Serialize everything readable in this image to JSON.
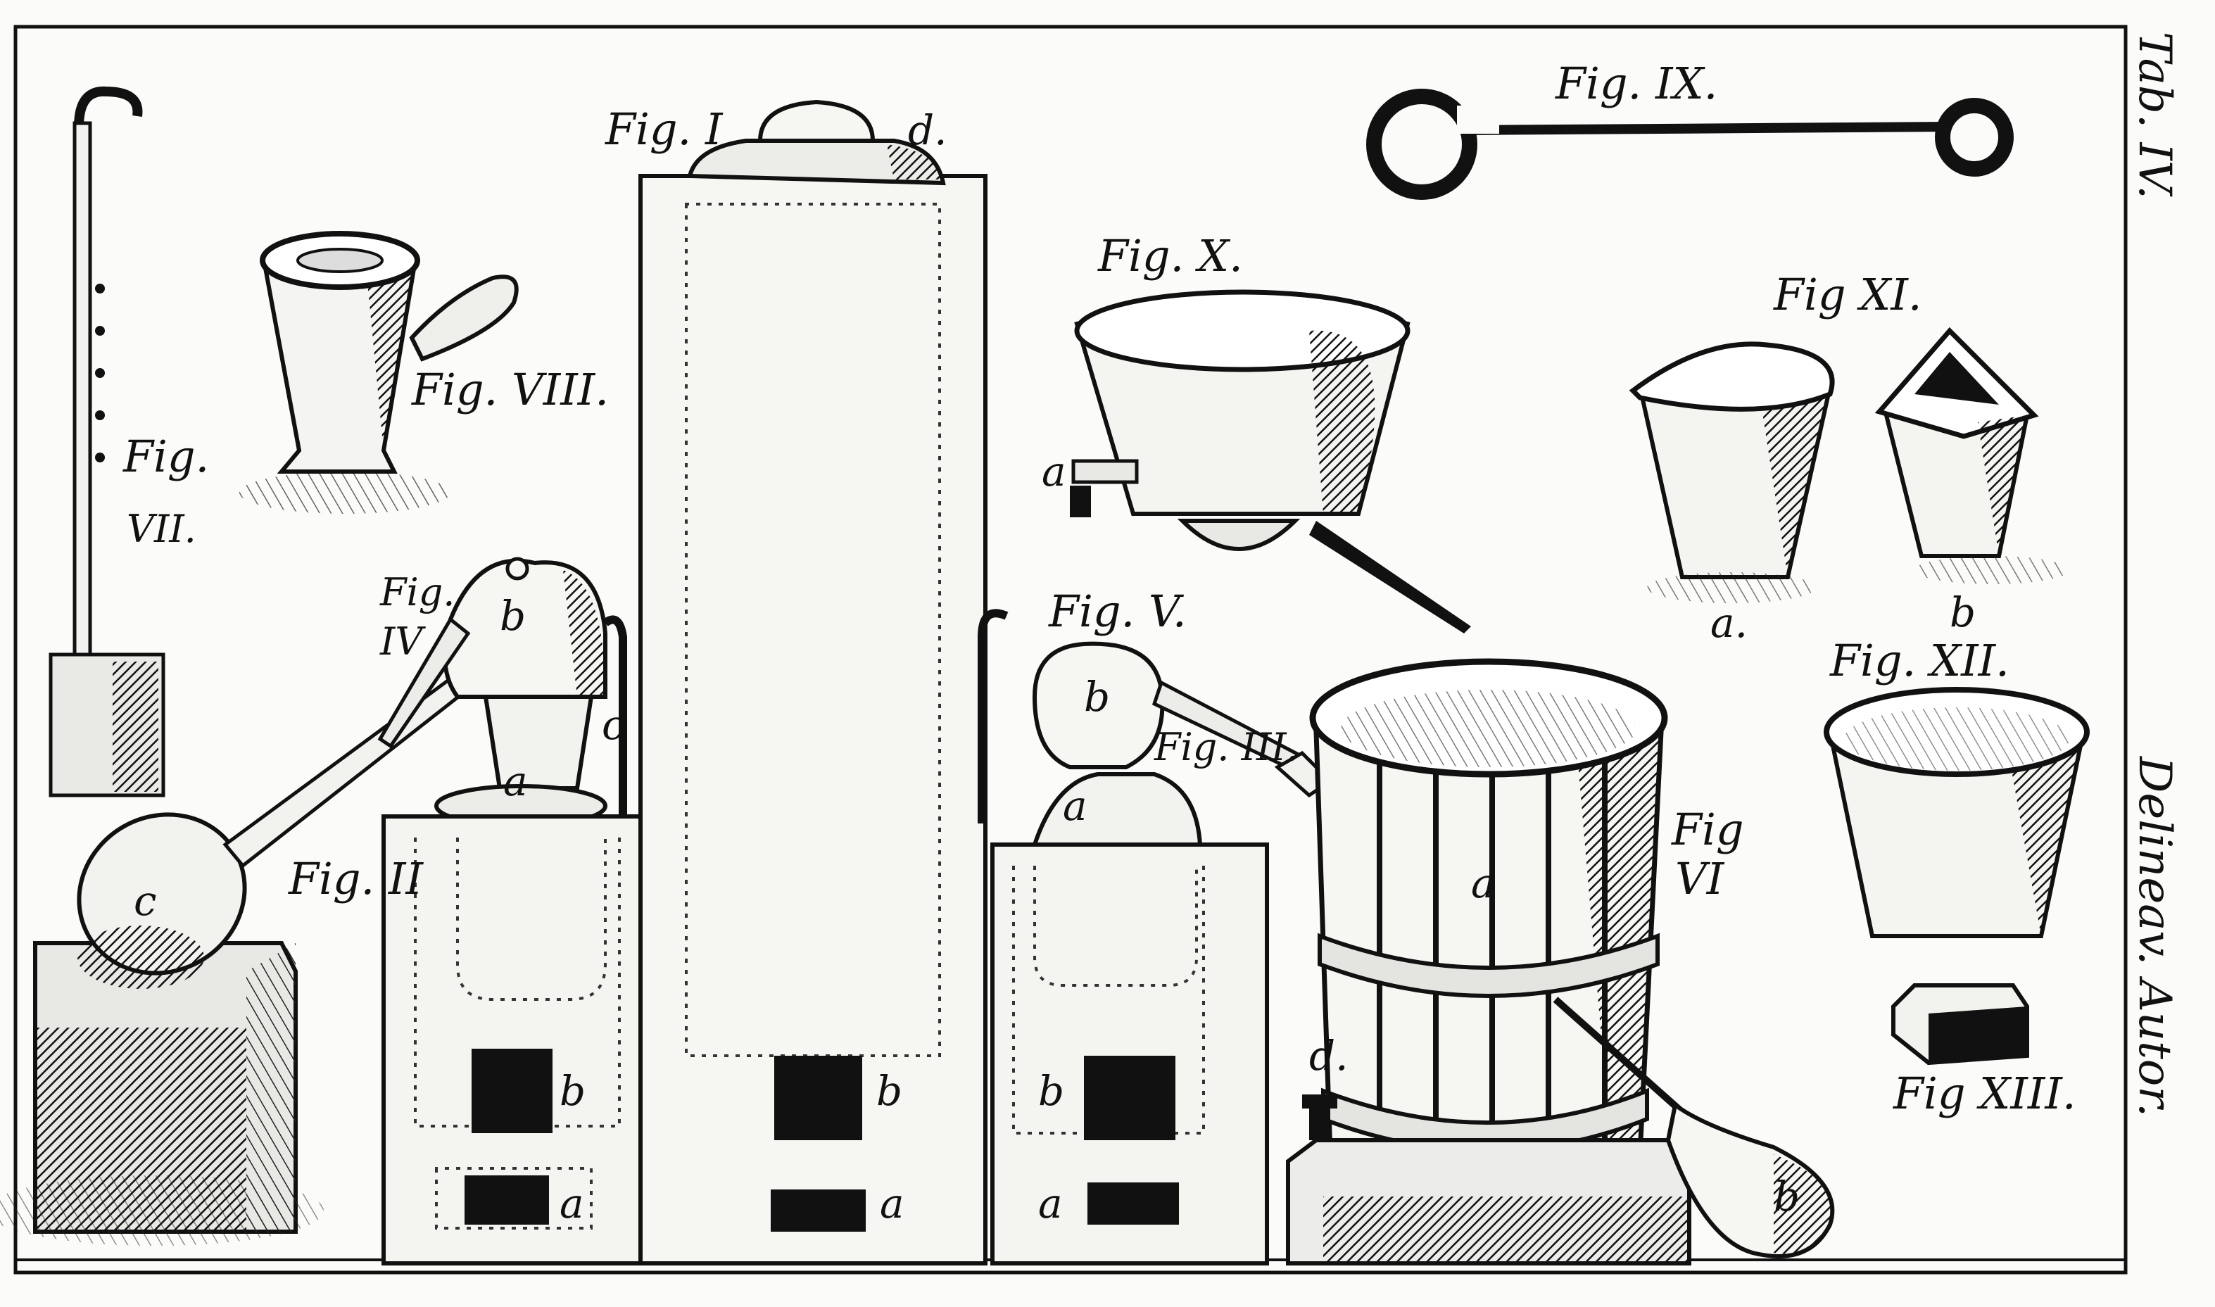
{
  "plate": {
    "tab_label": "Tab. IV.",
    "credit": "Delineav. Autor.",
    "ink_color": "#111111",
    "paper_color": "#fbfbf9"
  },
  "figures": {
    "fig1": {
      "label": "Fig. I",
      "letters": [
        "d.",
        "b",
        "a"
      ]
    },
    "fig2": {
      "label": "Fig. II",
      "letters": [
        "b",
        "a"
      ]
    },
    "fig3": {
      "label": "Fig. III."
    },
    "fig4": {
      "label_line1": "Fig.",
      "label_line2": "IV",
      "letters": [
        "b",
        "a",
        "c",
        "c"
      ]
    },
    "fig5": {
      "label": "Fig. V.",
      "letters": [
        "b",
        "a",
        "b",
        "a"
      ]
    },
    "fig6": {
      "label_line1": "Fig",
      "label_line2": "VI",
      "letters": [
        "a",
        "d.",
        "b"
      ]
    },
    "fig7": {
      "label_line1": "Fig.",
      "label_line2": "VII."
    },
    "fig8": {
      "label": "Fig. VIII."
    },
    "fig9": {
      "label": "Fig. IX."
    },
    "fig10": {
      "label": "Fig. X.",
      "letters": [
        "a"
      ]
    },
    "fig11": {
      "label": "Fig XI.",
      "letters": [
        "a.",
        "b"
      ]
    },
    "fig12": {
      "label": "Fig. XII."
    },
    "fig13": {
      "label": "Fig XIII."
    }
  }
}
